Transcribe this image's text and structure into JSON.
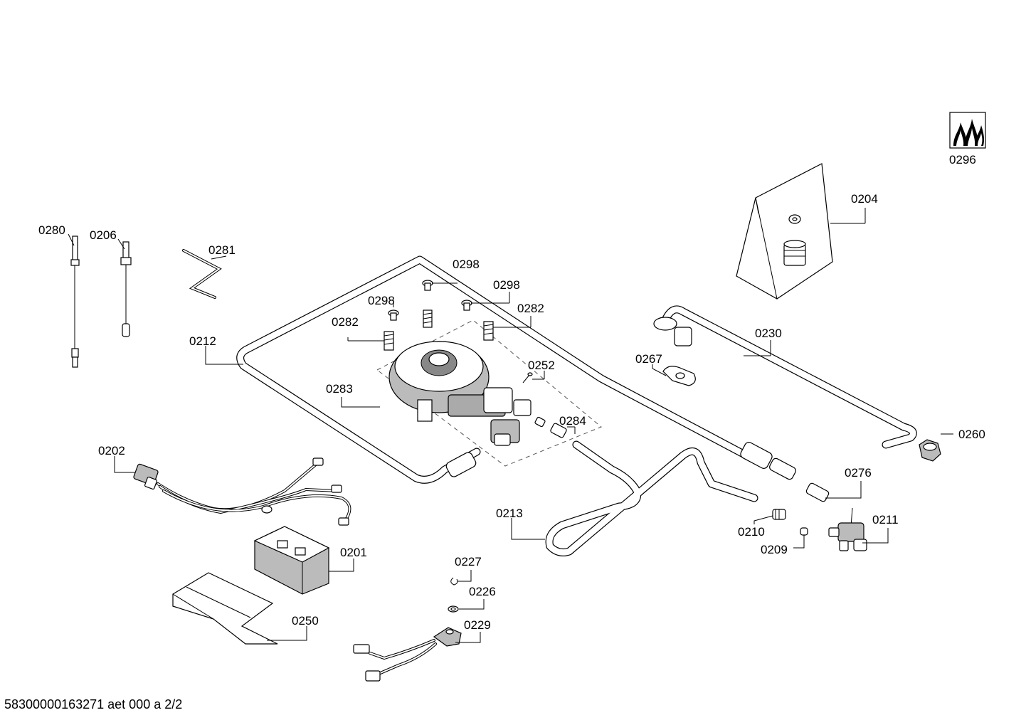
{
  "footer_text": "58300000163271 aet 000 a 2/2",
  "labels": {
    "l0296": "0296",
    "l0204": "0204",
    "l0280": "0280",
    "l0206": "0206",
    "l0281": "0281",
    "l0298a": "0298",
    "l0298b": "0298",
    "l0298c": "0298",
    "l0282a": "0282",
    "l0282b": "0282",
    "l0212": "0212",
    "l0252": "0252",
    "l0283": "0283",
    "l0284": "0284",
    "l0230": "0230",
    "l0267": "0267",
    "l0260": "0260",
    "l0276": "0276",
    "l0202": "0202",
    "l0213": "0213",
    "l0210": "0210",
    "l0211": "0211",
    "l0209": "0209",
    "l0201": "0201",
    "l0227": "0227",
    "l0226": "0226",
    "l0229": "0229",
    "l0250": "0250"
  }
}
